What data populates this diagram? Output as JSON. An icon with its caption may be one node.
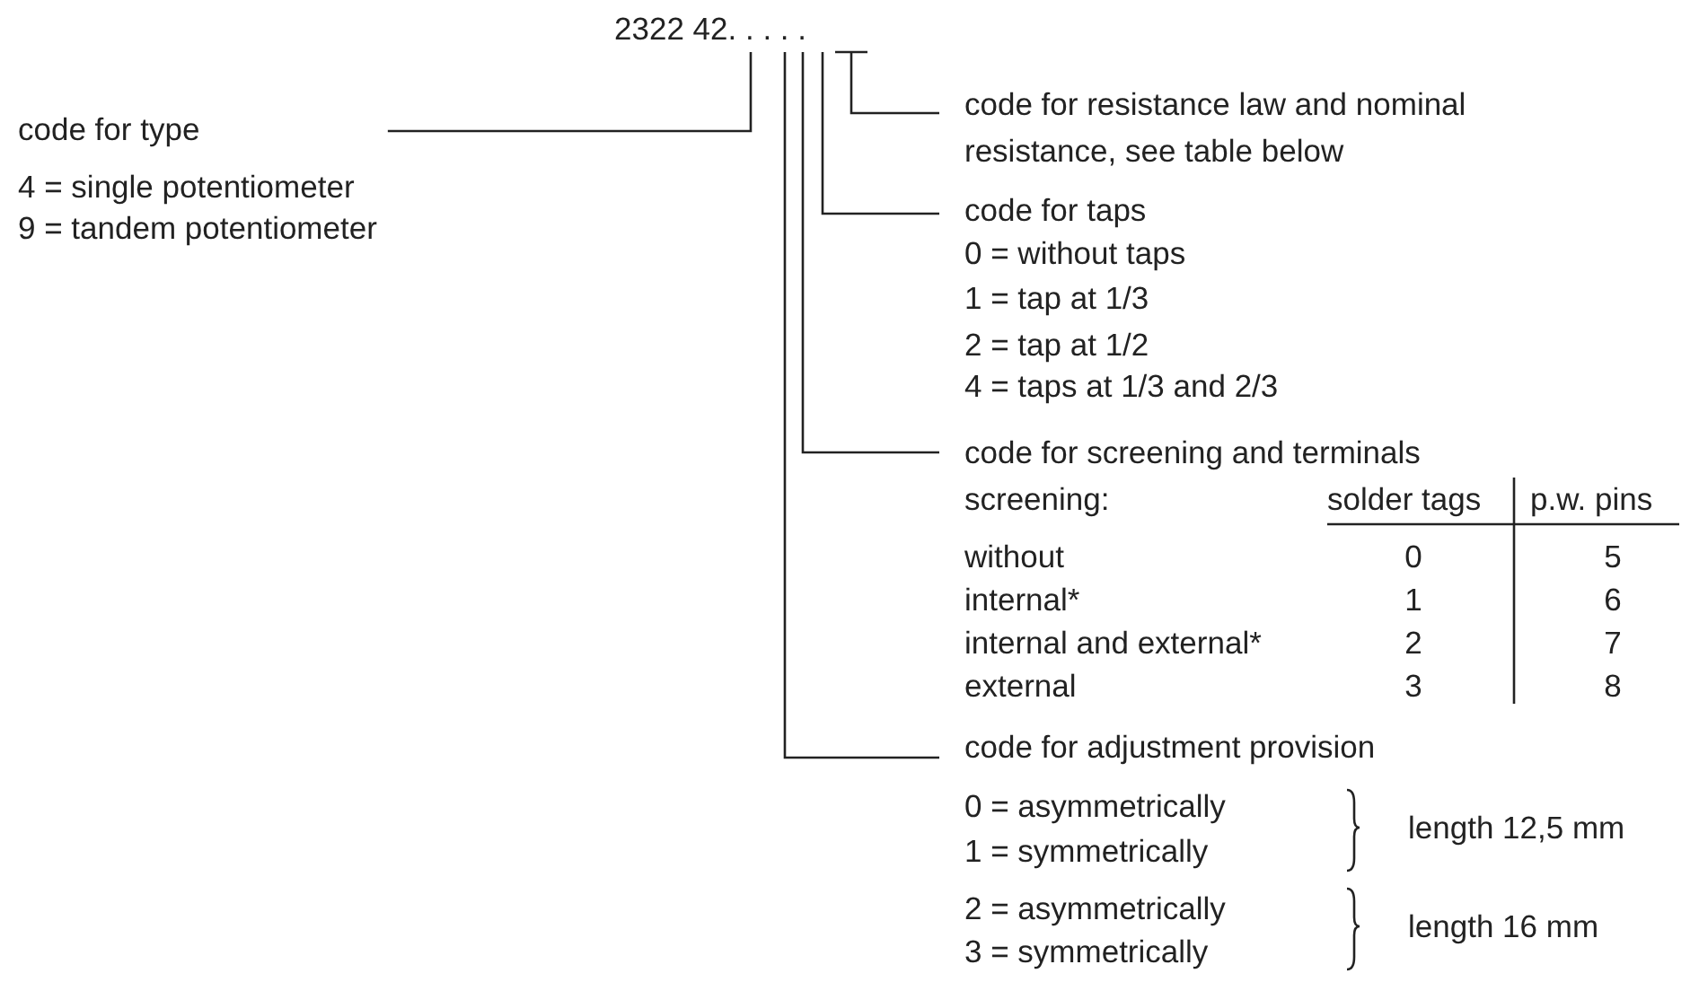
{
  "diagram": {
    "nodes": [
      {
        "text": [
          "2322 42. . . . ."
        ]
      },
      {
        "text": [
          "code for type",
          "4 = single potentiometer",
          "9 = tandem potentiometer"
        ]
      },
      {
        "text": [
          "code for resistance law and nominal resistance, see table below"
        ]
      },
      {
        "text": [
          "code for taps",
          "0 = without taps",
          "1 = tap at 1/3",
          "2 = tap at 1/2",
          "4 = taps at 1/3 and 2/3"
        ]
      },
      {
        "text": [
          "code for screening and terminals"
        ]
      },
      {
        "text": [
          "code for adjustment provision",
          "0 = asymmetrically",
          "1 = symmetrically",
          "2 = asymmetrically",
          "3 = symmetrically"
        ]
      }
    ],
    "edges": [
      {
        "from": 1,
        "to": 0,
        "arrow": "none"
      },
      {
        "from": 2,
        "to": 0,
        "arrow": "none"
      },
      {
        "from": 3,
        "to": 0,
        "arrow": "none"
      },
      {
        "from": 4,
        "to": 0,
        "arrow": "none"
      },
      {
        "from": 5,
        "to": 0,
        "arrow": "none"
      }
    ],
    "labels": [
      "screening:",
      "solder tags",
      "p.w. pins",
      "without",
      "0",
      "5",
      "internal*",
      "1",
      "6",
      "internal and external*",
      "2",
      "7",
      "external",
      "3",
      "8",
      "length 12,5 mm",
      "length 16 mm"
    ]
  }
}
